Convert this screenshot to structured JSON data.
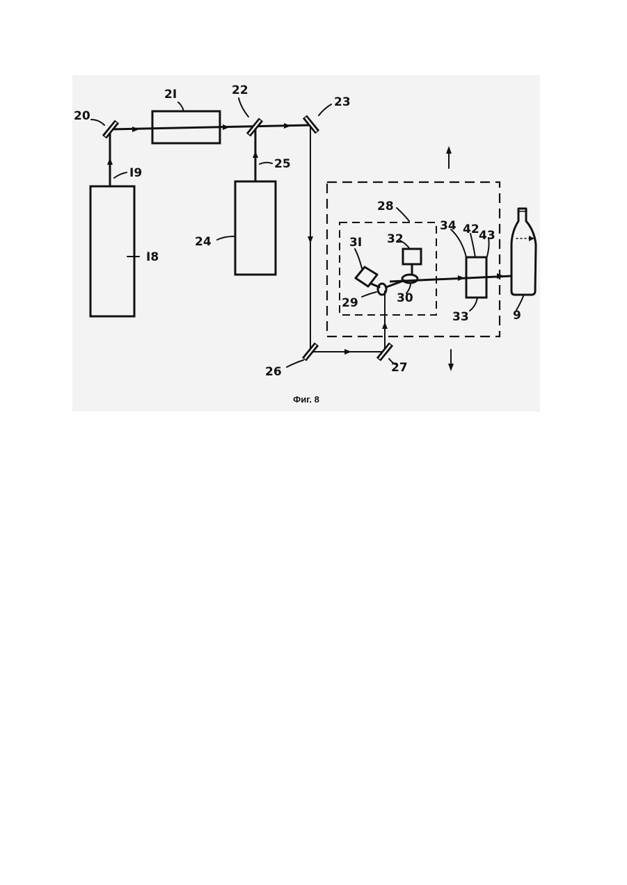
{
  "figure": {
    "caption": "Фиг. 8",
    "labels": {
      "l18": "I8",
      "l19": "I9",
      "l20": "20",
      "l21": "2I",
      "l22": "22",
      "l23": "23",
      "l24": "24",
      "l25": "25",
      "l26": "26",
      "l27": "27",
      "l28": "28",
      "l29": "29",
      "l30": "30",
      "l31": "3I",
      "l32": "32",
      "l33": "33",
      "l34": "34",
      "l42": "42",
      "l43": "43",
      "l9": "9"
    }
  }
}
